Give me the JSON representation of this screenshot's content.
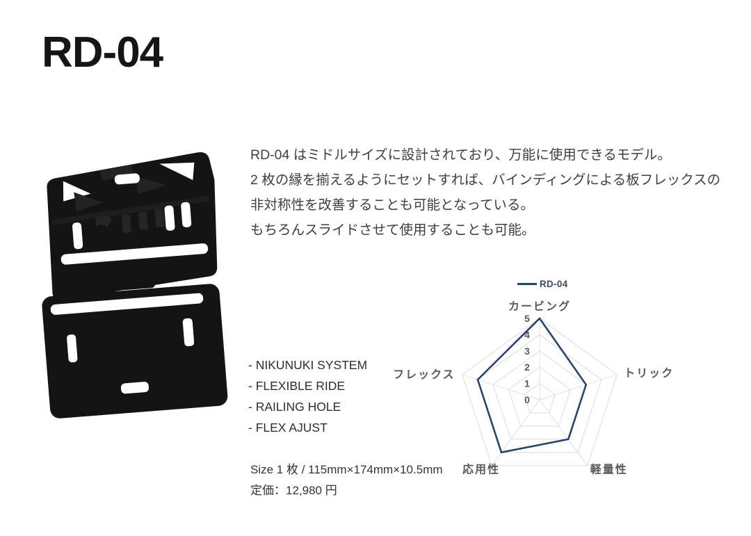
{
  "page": {
    "title": "RD-04",
    "background_color": "#ffffff"
  },
  "product": {
    "name": "RD-04",
    "image": "two black molded plates with slot cutouts, stacked vertically",
    "description_lines": [
      "RD-04 はミドルサイズに設計されており、万能に使用できるモデル。",
      "2 枚の縁を揃えるようにセットすれば、バインディングによる板フレックスの",
      "非対称性を改善することも可能となっている。",
      "もちろんスライドさせて使用することも可能。"
    ],
    "features": [
      "- NIKUNUKI SYSTEM",
      "- FLEXIBLE RIDE",
      "- RAILING HOLE",
      "- FLEX AJUST"
    ],
    "size_label": "Size 1 枚 / 115mm×174mm×10.5mm",
    "price_label": "定価：12,980 円"
  },
  "chart_data": {
    "type": "radar",
    "title": "",
    "categories": [
      "カービング",
      "トリック",
      "軽量性",
      "応用性",
      "フレックス"
    ],
    "series": [
      {
        "name": "RD-04",
        "values": [
          5,
          3,
          3,
          4,
          4
        ],
        "color": "#25456b"
      }
    ],
    "ticks": [
      0,
      1,
      2,
      3,
      4,
      5
    ],
    "axis_range": [
      0,
      5
    ],
    "grid": "pentagon rings with radial spokes",
    "grid_color": "#e0e0e0",
    "label_color": "#595959",
    "legend_position": "top",
    "legend": [
      {
        "label": "RD-04",
        "color": "#25456b"
      }
    ]
  }
}
